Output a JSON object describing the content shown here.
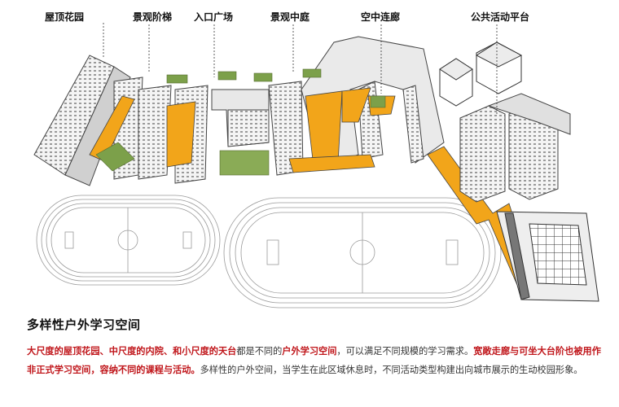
{
  "labels": {
    "roof_garden": "屋顶花园",
    "landscape_steps": "景观阶梯",
    "entrance_plaza": "入口广场",
    "landscape_courtyard": "景观中庭",
    "sky_corridor": "空中连廊",
    "public_platform": "公共活动平台"
  },
  "heading": "多样性户外学习空间",
  "paragraph": {
    "seg1": "大尺度的屋顶花园、中尺度的内院、和小尺度的天台",
    "seg2": "都是不同的",
    "seg3": "户外学习空间",
    "seg4": "，可以满足不同规模的学习需求。",
    "seg5": "宽敞走廊与可坐大台阶也被用作非正式学习空间，容纳不同的课程与活动。",
    "seg6": "多样性的户外空间，当学生在此区域休息时，不同活动类型构建出向城市展示的生动校园形象。"
  },
  "colors": {
    "accent_red": "#c0161b",
    "corridor_orange": "#f2a51a",
    "green_roof": "#7ca04a",
    "building_line": "#444444"
  }
}
